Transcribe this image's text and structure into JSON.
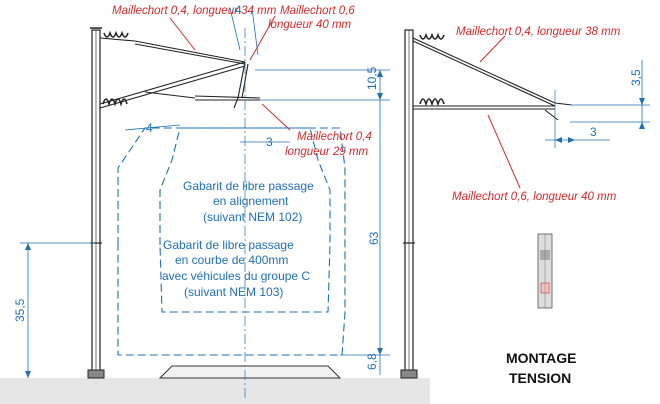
{
  "callouts": {
    "left_top_wire": "Maillechort 0,4, longueur 34 mm",
    "left_pole_upper": "Maillechort 0,6",
    "left_pole_upper_length": "longueur 40 mm",
    "left_dropper_1": "Maillechort 0,4",
    "left_dropper_2": "longueur 29 mm",
    "right_top_wire": "Maillechort 0,4, longueur 38 mm",
    "right_bottom_wire": "Maillechort 0,6, longueur 40 mm"
  },
  "gauges": {
    "alignment_1": "Gabarit de libre passage",
    "alignment_2": "en alignement",
    "alignment_3": "(suivant NEM 102)",
    "curve_1": "Gabarit de libre passage",
    "curve_2": "en courbe de 400mm",
    "curve_3": "avec véhicules du groupe C",
    "curve_4": "(suivant NEM 103)"
  },
  "dimensions": {
    "d_4": "4",
    "d_4b": "4",
    "d_10_5": "10,5",
    "d_3": "3",
    "d_63": "63",
    "d_35_5": "35,5",
    "d_6_8": "6,8",
    "d_3_5": "3,5",
    "d_3_right": "3"
  },
  "title": {
    "line1": "MONTAGE",
    "line2": "TENSION"
  },
  "colors": {
    "line": "#1a1a1a",
    "dimension": "#1f6fb5",
    "callout": "#d12b2b"
  }
}
